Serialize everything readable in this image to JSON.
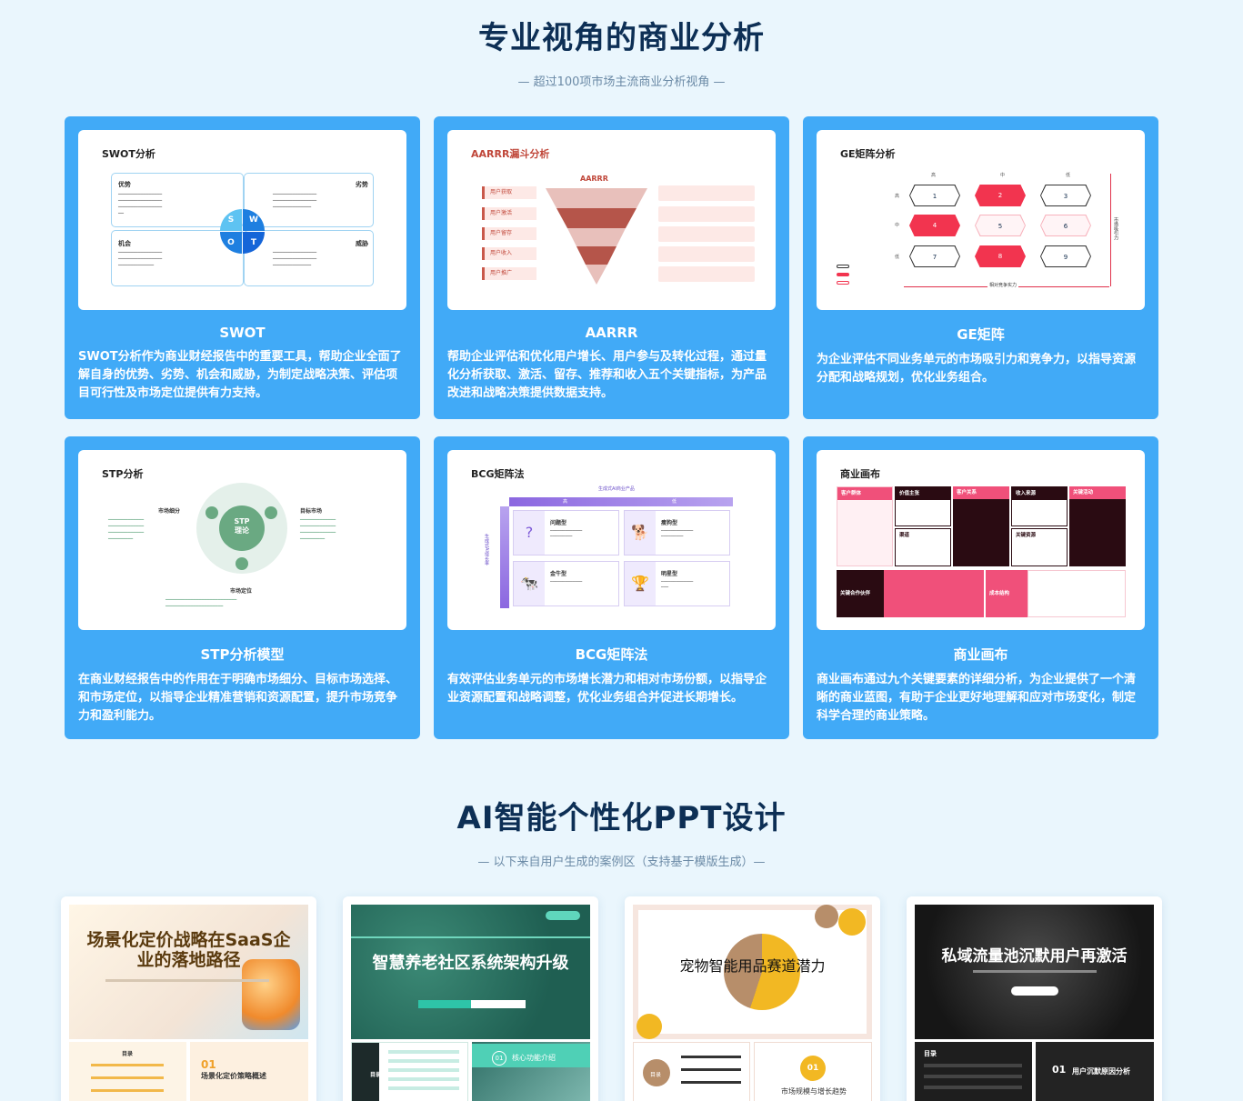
{
  "section1": {
    "title": "专业视角的商业分析",
    "subtitle": "— 超过100项市场主流商业分析视角 —"
  },
  "cards": [
    {
      "thumb_title": "SWOT分析",
      "name": "SWOT",
      "desc": "SWOT分析作为商业财经报告中的重要工具，帮助企业全面了解自身的优势、劣势、机会和威胁，为制定战略决策、评估项目可行性及市场定位提供有力支持。",
      "labels": [
        "优势",
        "劣势",
        "机会",
        "威胁"
      ],
      "quadrants": [
        "S",
        "W",
        "O",
        "T"
      ]
    },
    {
      "thumb_title": "AARRR漏斗分析",
      "name": "AARRR",
      "desc": "帮助企业评估和优化用户增长、用户参与及转化过程，通过量化分析获取、激活、留存、推荐和收入五个关键指标，为产品改进和战略决策提供数据支持。",
      "funnel_label": "AARRR",
      "steps": [
        "用户获取",
        "用户激活",
        "用户留存",
        "用户收入",
        "用户推广"
      ]
    },
    {
      "thumb_title": "GE矩阵分析",
      "name": "GE矩阵",
      "desc": "为企业评估不同业务单元的市场吸引力和竞争力，以指导资源分配和战略规划，优化业务组合。",
      "cells": [
        "1",
        "2",
        "3",
        "4",
        "5",
        "6",
        "7",
        "8",
        "9"
      ],
      "col_labels": [
        "高",
        "中",
        "低"
      ],
      "row_labels": [
        "高",
        "中",
        "低"
      ],
      "x_axis": "相对竞争实力",
      "y_axis": "市场吸引力"
    },
    {
      "thumb_title": "STP分析",
      "name": "STP分析模型",
      "desc": "在商业财经报告中的作用在于明确市场细分、目标市场选择、和市场定位，以指导企业精准营销和资源配置，提升市场竞争力和盈利能力。",
      "center_line1": "STP",
      "center_line2": "理论",
      "labels": [
        "市场细分",
        "目标市场",
        "市场定位"
      ]
    },
    {
      "thumb_title": "BCG矩阵法",
      "name": "BCG矩阵法",
      "desc": "有效评估业务单元的市场增长潜力和相对市场份额，以指导企业资源配置和战略调整，优化业务组合并促进长期增长。",
      "top_label": "生成式AI商业产品",
      "side_label": "生成式AI增长率",
      "high": "高",
      "low": "低",
      "boxes": [
        {
          "name": "问题型",
          "icon": "?"
        },
        {
          "name": "瘦狗型",
          "icon": "🐕"
        },
        {
          "name": "金牛型",
          "icon": "🐄"
        },
        {
          "name": "明星型",
          "icon": "🏆"
        }
      ]
    },
    {
      "thumb_title": "商业画布",
      "name": "商业画布",
      "desc": "商业画布通过九个关键要素的详细分析，为企业提供了一个清晰的商业蓝图，有助于企业更好地理解和应对市场变化，制定科学合理的商业策略。",
      "blocks": [
        "客户群体",
        "价值主张",
        "客户关系",
        "收入来源",
        "关键活动",
        "渠道",
        "关键资源",
        "关键合作伙伴",
        "成本结构"
      ]
    }
  ],
  "section2": {
    "title": "AI智能个性化PPT设计",
    "subtitle": "— 以下来自用户生成的案例区（支持基于模版生成）—"
  },
  "ppt_cases": [
    {
      "title": "场景化定价战略在SaaS企业的落地路径",
      "sub_left": "目录",
      "sub_right_num": "01",
      "sub_right": "场景化定价策略概述"
    },
    {
      "title": "智慧养老社区系统架构升级",
      "sub_left": "目录",
      "sub_right_num": "01",
      "sub_right": "核心功能介绍"
    },
    {
      "title": "宠物智能用品赛道潜力",
      "sub_left": "目录",
      "sub_right_num": "01",
      "sub_right": "市场规模与增长趋势"
    },
    {
      "title": "私域流量池沉默用户再激活",
      "sub_left": "目录",
      "sub_right_num": "01",
      "sub_right": "用户沉默原因分析"
    }
  ],
  "colors": {
    "card_bg": "#41aaf7",
    "page_bg": "#eaf6fd",
    "title": "#0d2f55"
  }
}
